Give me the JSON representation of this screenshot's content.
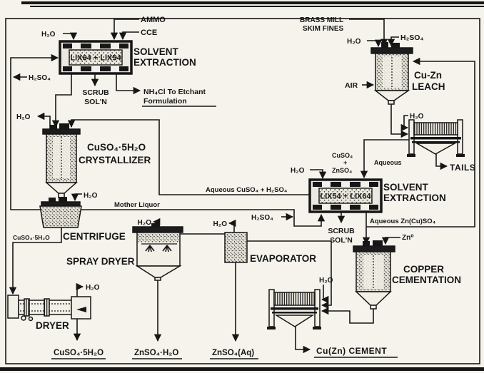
{
  "palette": {
    "paper": "#f5f3ec",
    "ink": "#161616"
  },
  "units": {
    "sx1": {
      "reagents": "LIX64 + LIX54",
      "title1": "SOLVENT",
      "title2": "EXTRACTION"
    },
    "leach": {
      "title1": "Cu-Zn",
      "title2": "LEACH"
    },
    "crystallizer": {
      "title1": "CuSO₄·5H₂O",
      "title2": "CRYSTALLIZER"
    },
    "sx2": {
      "reagents": "LIX54 + LIX64",
      "title1": "SOLVENT",
      "title2": "EXTRACTION"
    },
    "centrifuge": {
      "title": "CENTRIFUGE"
    },
    "spray_dryer": {
      "title": "SPRAY DRYER"
    },
    "evaporator": {
      "title": "EVAPORATOR"
    },
    "dryer": {
      "title": "DRYER"
    },
    "cementation": {
      "title1": "COPPER",
      "title2": "CEMENTATION"
    }
  },
  "streams": {
    "h2o": "H₂O",
    "ammo": "AMMO",
    "cce": "CCE",
    "h2so4": "H₂SO₄",
    "scrub_line1": "SCRUB",
    "scrub_line2": "SOL'N",
    "nh4cl_line1": "NH₄Cl To Etchant",
    "nh4cl_line2": "Formulation",
    "brass_line1": "BRASS MILL",
    "brass_line2": "SKIM FINES",
    "air": "AIR",
    "tails": "TAILS",
    "cuso4": "CuSO₄",
    "plus": "+",
    "znso4": "ZnSO₄",
    "aqueous": "Aqueous",
    "aq_cuso4_h2so4": "Aqueous CuSO₄ + H₂SO₄",
    "mother_liquor": "Mother Liquor",
    "aq_zncuso4": "Aqueous Zn(Cu)SO₄",
    "zn0": "Zn⁰",
    "cuso4_5h2o_cake": "CuSO₄·5H₂O"
  },
  "products": {
    "cuso4_5h2o": "CuSO₄·5H₂O",
    "znso4_h2o": "ZnSO₄·H₂O",
    "znso4_aq": "ZnSO₄(Aq)",
    "cuzn_cement": "Cu(Zn) CEMENT"
  }
}
